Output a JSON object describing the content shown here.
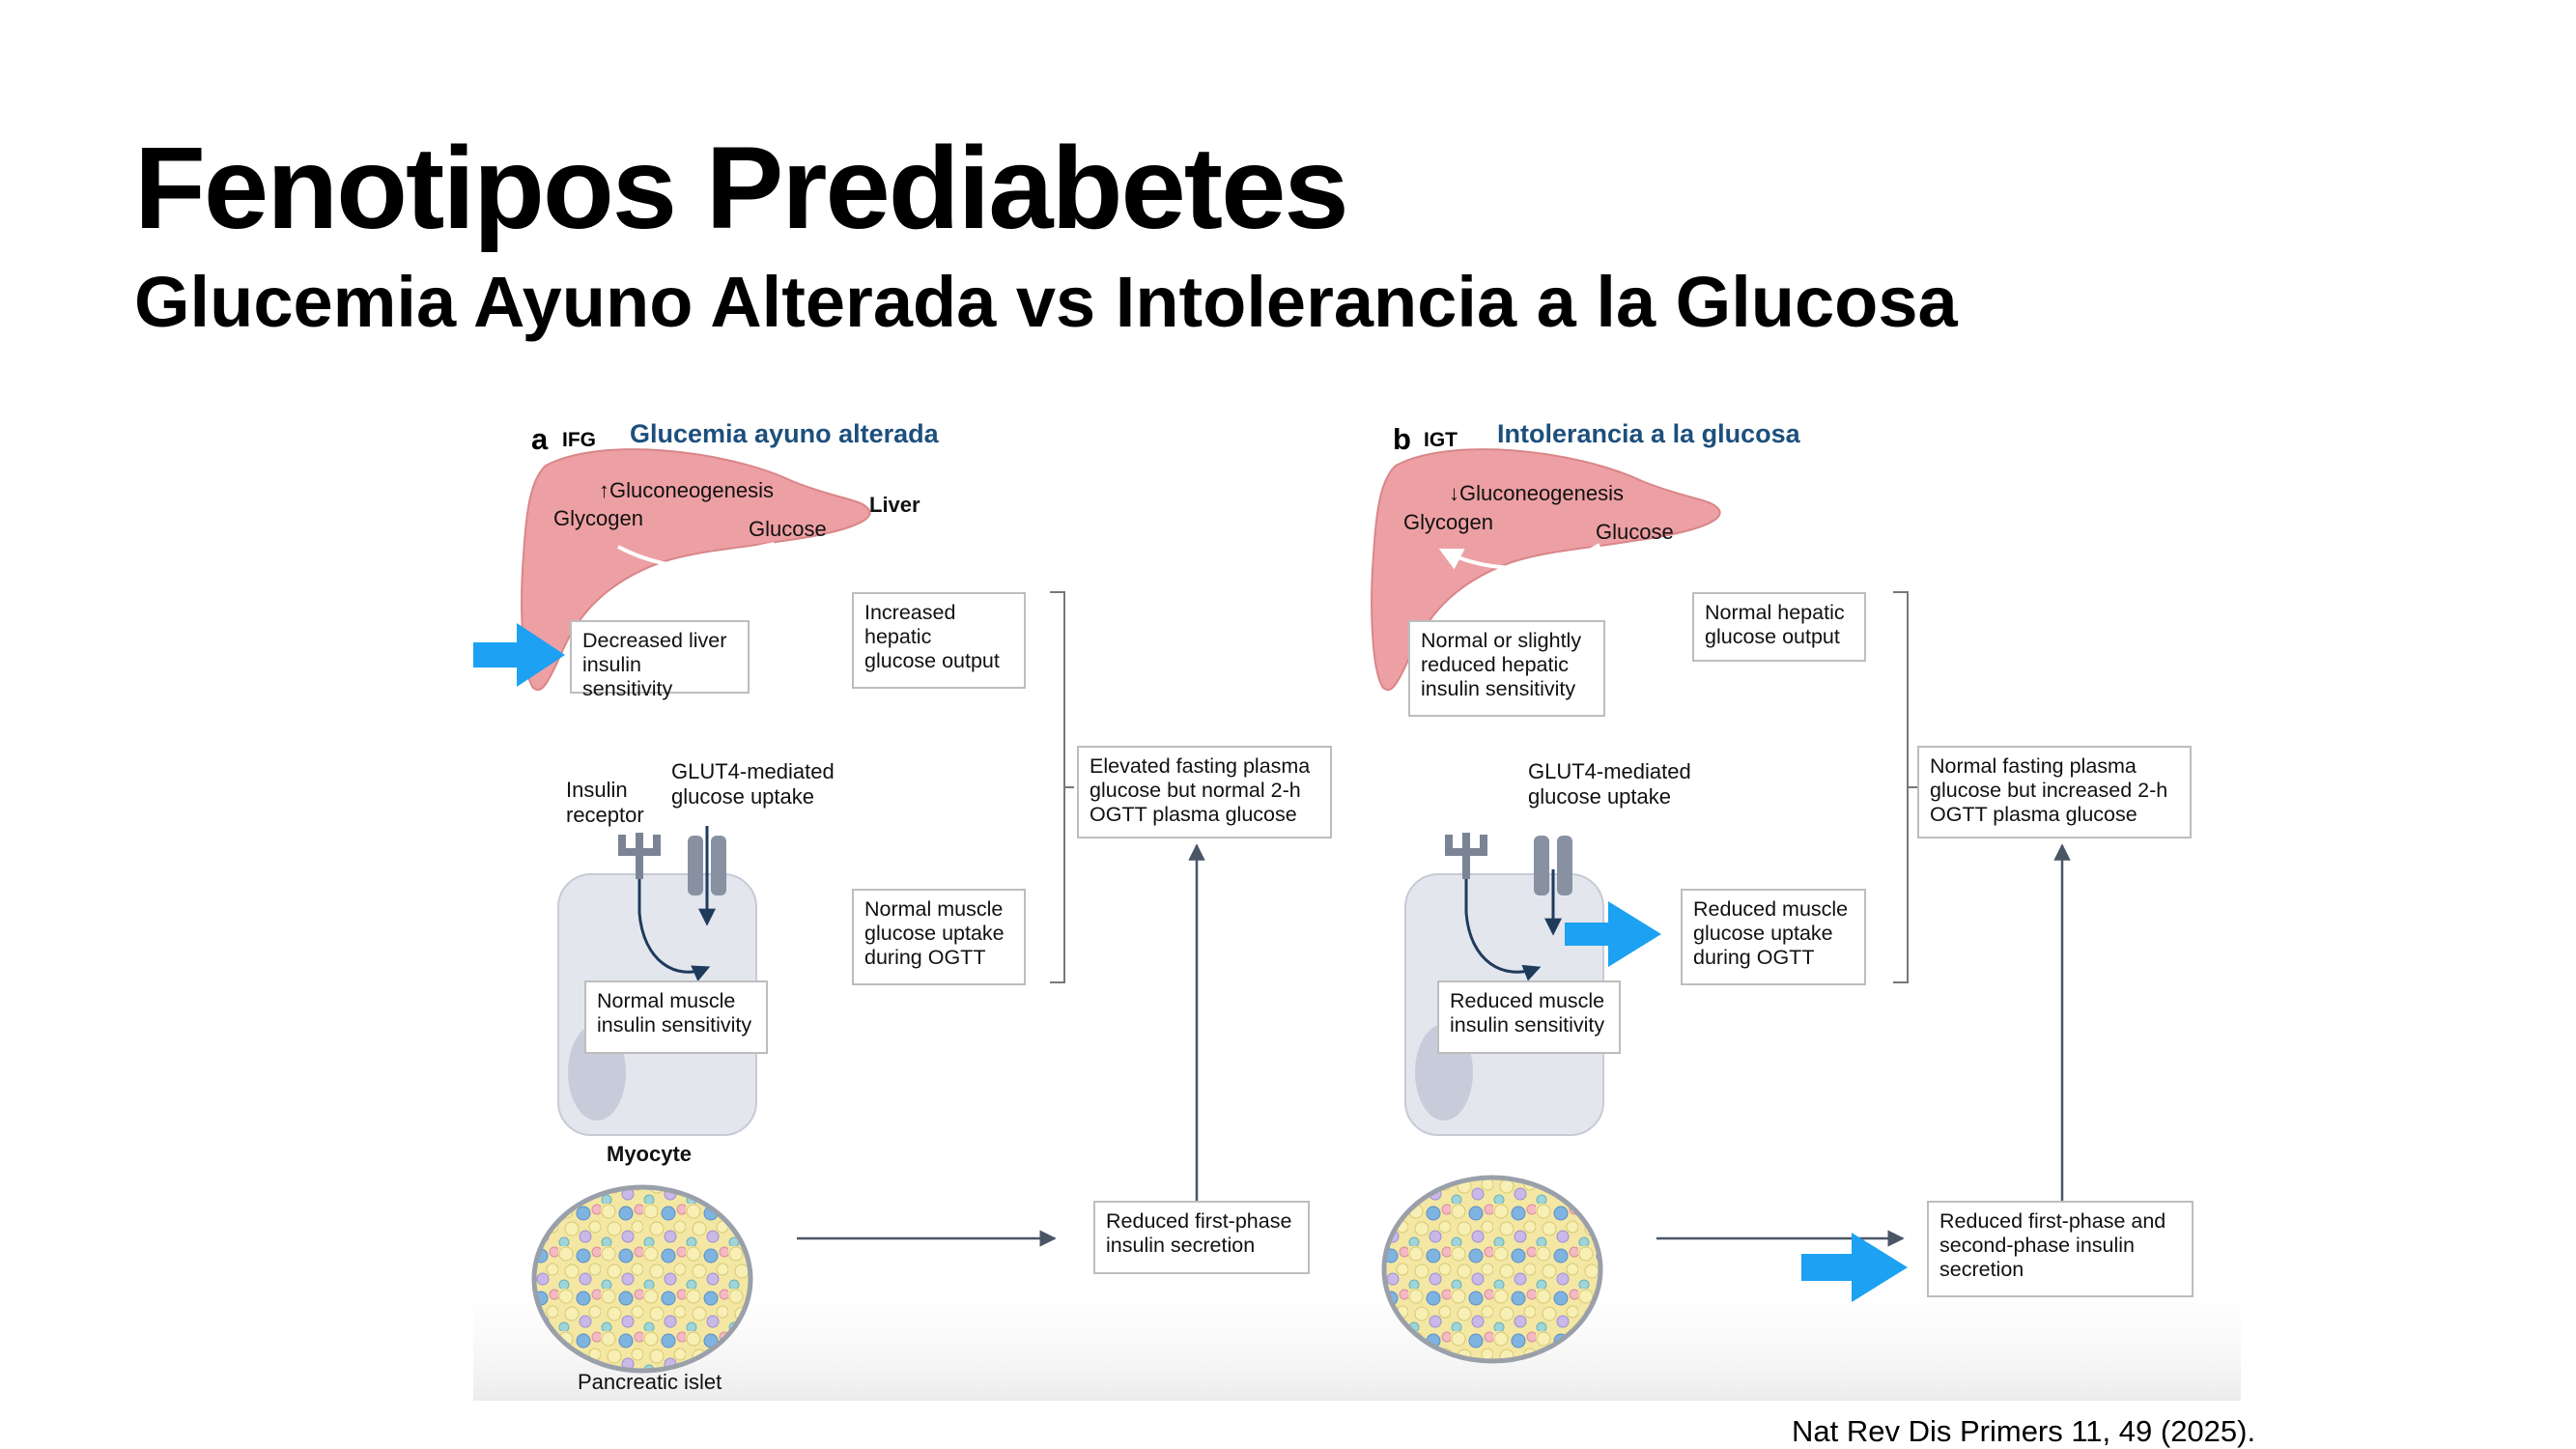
{
  "slide": {
    "title": "Fenotipos Prediabetes",
    "subtitle": "Glucemia Ayuno Alterada vs Intolerancia a la Glucosa",
    "citation": "Nat Rev Dis Primers 11, 49 (2025)."
  },
  "panels": [
    {
      "letter": "a",
      "abbr": "IFG",
      "title": "Glucemia ayuno alterada",
      "liver": {
        "process": "↑Gluconeogenesis",
        "glycogen": "Glycogen",
        "glucose": "Glucose",
        "organ_label": "Liver",
        "sensitivity": "Decreased liver\ninsulin sensitivity",
        "output": "Increased\nhepatic\nglucose output"
      },
      "muscle": {
        "receptor_label": "Insulin\nreceptor",
        "glut4_label": "GLUT4-mediated\nglucose uptake",
        "sensitivity": "Normal muscle\ninsulin sensitivity",
        "uptake": "Normal muscle\nglucose uptake\nduring OGTT",
        "cell_label": "Myocyte"
      },
      "outcome": "Elevated fasting plasma\nglucose but normal 2-h\nOGTT plasma glucose",
      "islet": {
        "label": "Pancreatic islet",
        "secretion": "Reduced first-phase\ninsulin secretion"
      }
    },
    {
      "letter": "b",
      "abbr": "IGT",
      "title": "Intolerancia a la glucosa",
      "liver": {
        "process": "↓Gluconeogenesis",
        "glycogen": "Glycogen",
        "glucose": "Glucose",
        "sensitivity": "Normal or slightly\nreduced hepatic\ninsulin sensitivity",
        "output": "Normal hepatic\nglucose output"
      },
      "muscle": {
        "glut4_label": "GLUT4-mediated\nglucose uptake",
        "sensitivity": "Reduced muscle\ninsulin sensitivity",
        "uptake": "Reduced muscle\nglucose uptake\nduring OGTT"
      },
      "outcome": "Normal fasting plasma\nglucose but increased 2-h\nOGTT plasma glucose",
      "islet": {
        "secretion": "Reduced first-phase and\nsecond-phase insulin\nsecretion"
      }
    }
  ],
  "colors": {
    "liver": "#eda0a3",
    "myocyte": "#e4e6ee",
    "highlight_arrow": "#1da1f2",
    "panel_title": "#1d4f7c",
    "box_border": "#bdbdbd"
  }
}
